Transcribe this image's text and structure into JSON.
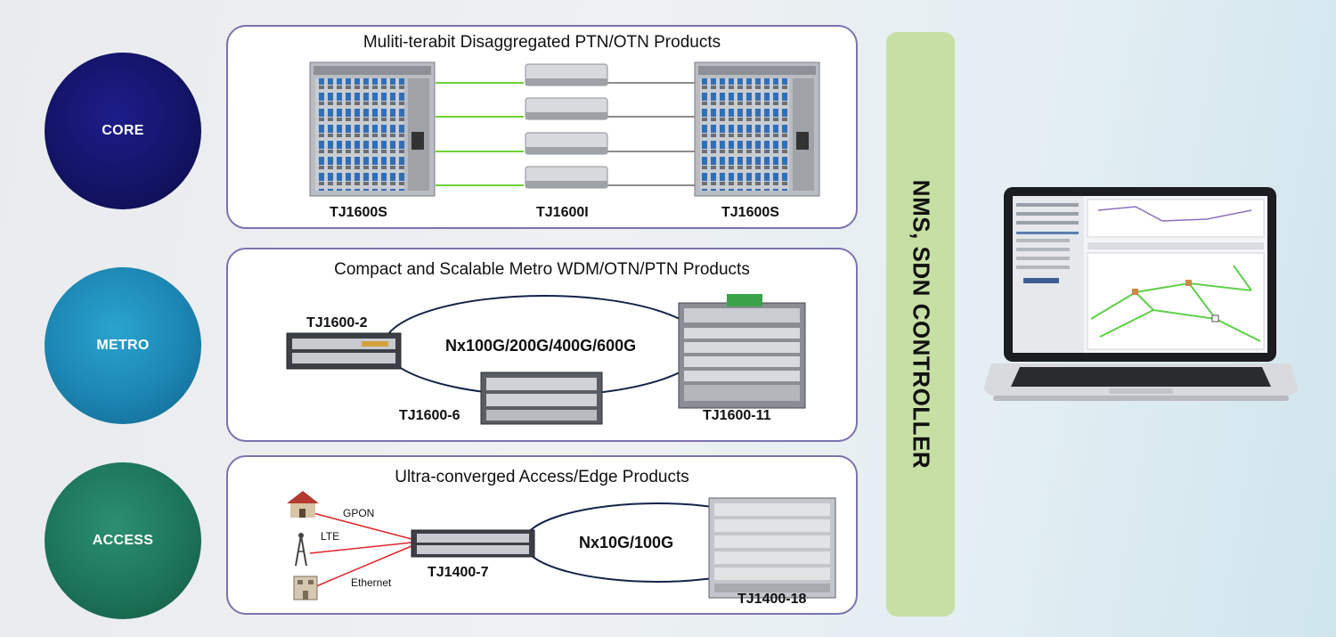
{
  "tiers": [
    {
      "label": "CORE",
      "color": "#141468"
    },
    {
      "label": "METRO",
      "color": "#1c85b2"
    },
    {
      "label": "ACCESS",
      "color": "#1d7559"
    }
  ],
  "core": {
    "title": "Muliti-terabit Disaggregated PTN/OTN Products",
    "left_device": "TJ1600S",
    "middle_device": "TJ1600I",
    "right_device": "TJ1600S"
  },
  "metro": {
    "title": "Compact and Scalable Metro WDM/OTN/PTN Products",
    "device_a": "TJ1600-2",
    "device_b": "TJ1600-6",
    "device_c": "TJ1600-11",
    "ring_label": "Nx100G/200G/400G/600G"
  },
  "access": {
    "title": "Ultra-converged Access/Edge Products",
    "link_gpon": "GPON",
    "link_lte": "LTE",
    "link_ethernet": "Ethernet",
    "device_a": "TJ1400-7",
    "device_b": "TJ1400-18",
    "ring_label": "Nx10G/100G"
  },
  "controller": {
    "label": "NMS, SDN CONTROLLER",
    "color": "#c6e0a4"
  },
  "colors": {
    "panel_border": "#7b72ad",
    "core_link": "#6fd13a",
    "access_link": "#e0262b",
    "ring": "#15234a"
  }
}
